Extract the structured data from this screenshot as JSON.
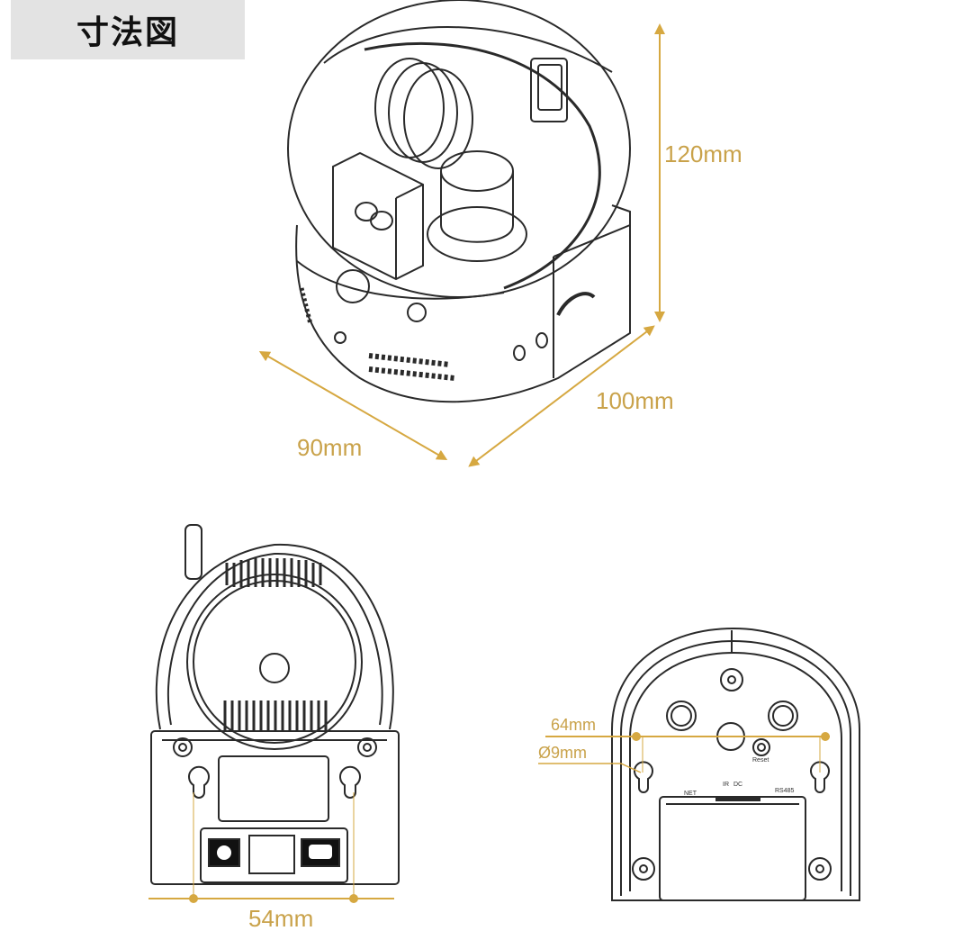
{
  "title": "寸法図",
  "colors": {
    "dimension": "#d6a841",
    "dimension_text": "#c9a24a",
    "line_art": "#2a2a2a",
    "title_bg": "#e3e3e3"
  },
  "views": {
    "perspective": {
      "height_label": "120mm",
      "depth_label": "90mm",
      "width_label": "100mm"
    },
    "front": {
      "width_label": "54mm"
    },
    "rear": {
      "hole_spacing_label": "64mm",
      "hole_diameter_label": "Ø9mm",
      "reset_label": "Reset",
      "port_labels": [
        "NET",
        "IR",
        "DC",
        "RS485"
      ]
    }
  }
}
